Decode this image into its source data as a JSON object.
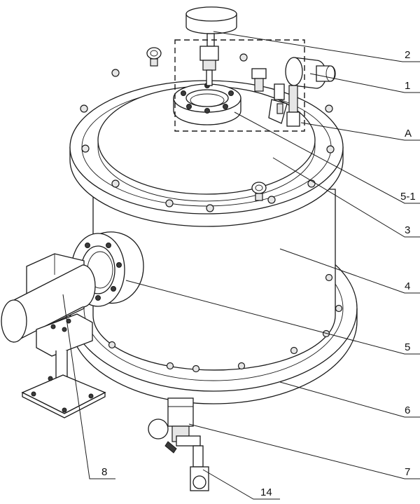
{
  "labels": {
    "l2": "2",
    "l1": "1",
    "lA": "A",
    "l5_1": "5-1",
    "l3": "3",
    "l4": "4",
    "l5": "5",
    "l6": "6",
    "l7": "7",
    "l8": "8",
    "l14": "14"
  }
}
